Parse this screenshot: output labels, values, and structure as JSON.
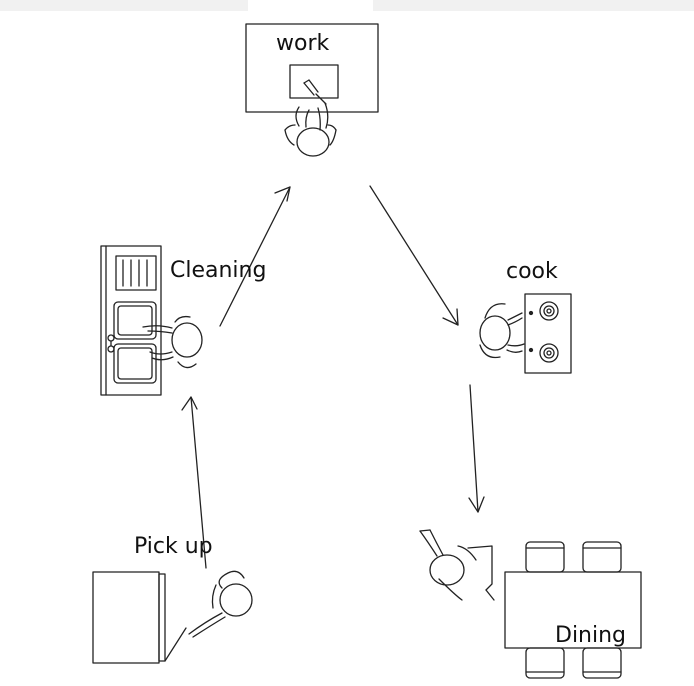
{
  "labels": {
    "work": "work",
    "cleaning": "Cleaning",
    "cook": "cook",
    "pickup": "Pick up",
    "dining": "Dining"
  },
  "colors": {
    "line": "#222222",
    "background": "#ffffff"
  }
}
